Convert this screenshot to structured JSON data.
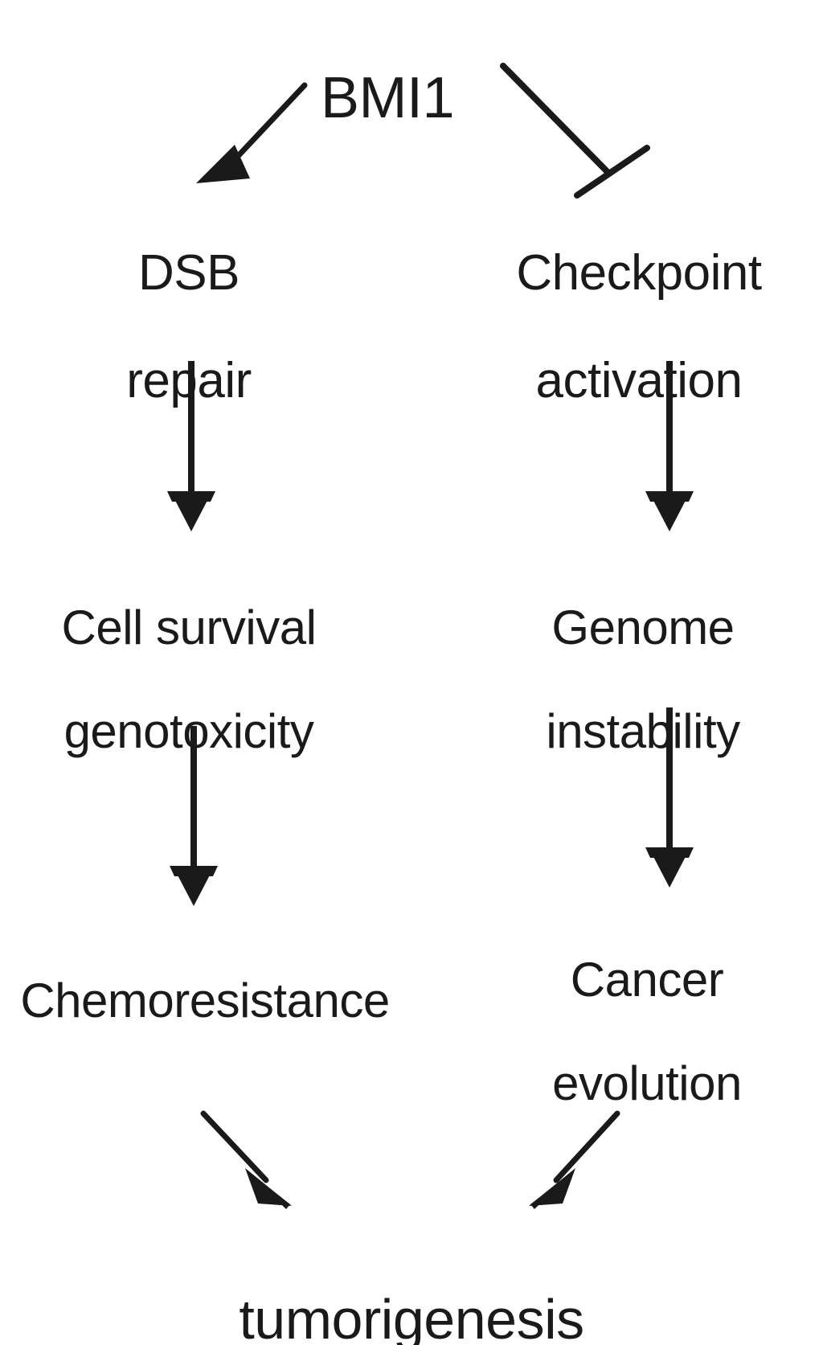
{
  "diagram": {
    "type": "pathway-flowchart",
    "title_node": "BMI1",
    "background_color": "#ffffff",
    "ink_color": "#1a1a1a",
    "nodes": [
      {
        "id": "bmi1",
        "label": "BMI1",
        "lines": [
          "BMI1"
        ],
        "row": 0,
        "column": "center"
      },
      {
        "id": "dsb-repair",
        "label": "DSB repair",
        "lines": [
          "DSB",
          "repair"
        ],
        "row": 1,
        "column": "left"
      },
      {
        "id": "checkpoint-activation",
        "label": "Checkpoint activation",
        "lines": [
          "Checkpoint",
          "activation"
        ],
        "row": 1,
        "column": "right"
      },
      {
        "id": "cell-survival",
        "label": "Cell survival genotoxicity",
        "lines": [
          "Cell survival",
          "genotoxicity"
        ],
        "row": 2,
        "column": "left"
      },
      {
        "id": "genome-instability",
        "label": "Genome instability",
        "lines": [
          "Genome",
          "instability"
        ],
        "row": 2,
        "column": "right"
      },
      {
        "id": "chemoresistance",
        "label": "Chemoresistance",
        "lines": [
          "Chemoresistance"
        ],
        "row": 3,
        "column": "left"
      },
      {
        "id": "cancer-evolution",
        "label": "Cancer evolution",
        "lines": [
          "Cancer",
          "evolution"
        ],
        "row": 3,
        "column": "right"
      },
      {
        "id": "tumorigenesis",
        "label": "tumorigenesis",
        "lines": [
          "tumorigenesis"
        ],
        "row": 4,
        "column": "center"
      }
    ],
    "edges": [
      {
        "id": "bmi1-to-dsb-repair",
        "from": "bmi1",
        "to": "dsb-repair",
        "kind": "activation",
        "head": "arrow"
      },
      {
        "id": "bmi1-to-checkpoint-activation",
        "from": "bmi1",
        "to": "checkpoint-activation",
        "kind": "inhibition",
        "head": "t-bar"
      },
      {
        "id": "dsb-repair-to-cell-survival",
        "from": "dsb-repair",
        "to": "cell-survival",
        "kind": "activation",
        "head": "arrow"
      },
      {
        "id": "checkpoint-activation-to-genome",
        "from": "checkpoint-activation",
        "to": "genome-instability",
        "kind": "activation",
        "head": "arrow"
      },
      {
        "id": "cell-survival-to-chemoresistance",
        "from": "cell-survival",
        "to": "chemoresistance",
        "kind": "activation",
        "head": "arrow"
      },
      {
        "id": "genome-instability-to-cancer",
        "from": "genome-instability",
        "to": "cancer-evolution",
        "kind": "activation",
        "head": "arrow"
      },
      {
        "id": "chemoresistance-to-tumorigenesis",
        "from": "chemoresistance",
        "to": "tumorigenesis",
        "kind": "activation",
        "head": "arrow"
      },
      {
        "id": "cancer-evolution-to-tumorigenesis",
        "from": "cancer-evolution",
        "to": "tumorigenesis",
        "kind": "activation",
        "head": "arrow"
      }
    ]
  },
  "nodes": {
    "bmi1": {
      "line1": "BMI1"
    },
    "dsb_repair": {
      "line1": "DSB",
      "line2": "repair"
    },
    "checkpoint_activation": {
      "line1": "Checkpoint",
      "line2": "activation"
    },
    "cell_survival": {
      "line1": "Cell survival",
      "line2": "genotoxicity"
    },
    "genome_instability": {
      "line1": "Genome",
      "line2": "instability"
    },
    "chemoresistance": {
      "line1": "Chemoresistance"
    },
    "cancer_evolution": {
      "line1": "Cancer",
      "line2": "evolution"
    },
    "tumorigenesis": {
      "line1": "tumorigenesis"
    }
  }
}
